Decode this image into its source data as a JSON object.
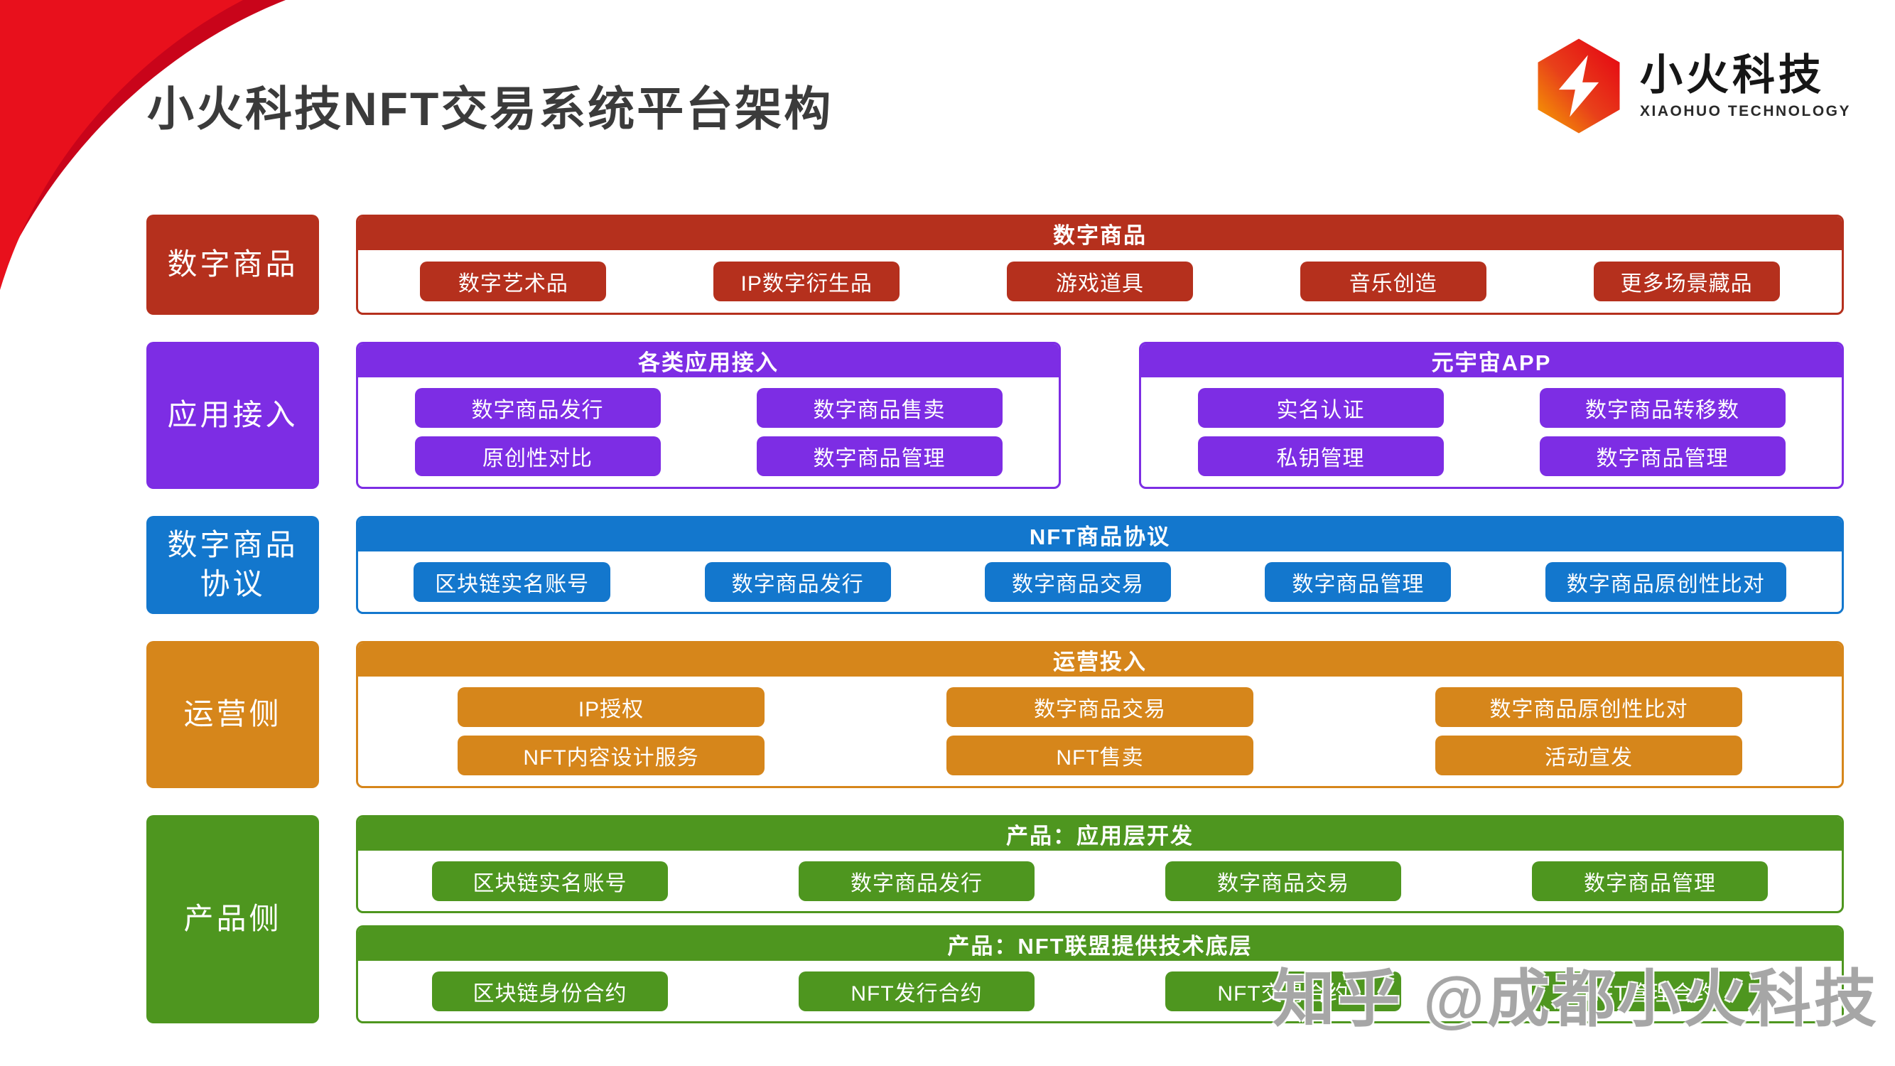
{
  "page": {
    "title": "小火科技NFT交易系统平台架构",
    "watermark": "知乎 @成都小火科技"
  },
  "logo": {
    "name": "小火科技",
    "subtitle": "XIAOHUO TECHNOLOGY",
    "icon": "lightning-hexagon-icon"
  },
  "theme": {
    "corner_red_dark": "#c9041a",
    "corner_red_bright": "#e8101c",
    "title_color": "#3b3b3b",
    "watermark_color": "#969696",
    "logo_red": "#e50012",
    "logo_orange": "#f7a600"
  },
  "diagram": {
    "rows": [
      {
        "id": "digital-goods",
        "label": "数字商品",
        "color": "#b5301d",
        "bands": [
          {
            "header": "数字商品",
            "button_rows": [
              [
                "数字艺术品",
                "IP数字衍生品",
                "游戏道具",
                "音乐创造",
                "更多场景藏品"
              ]
            ]
          }
        ]
      },
      {
        "id": "app-access",
        "label": "应用接入",
        "color": "#7d2de4",
        "bands": [
          {
            "header": "各类应用接入",
            "button_rows": [
              [
                "数字商品发行",
                "数字商品售卖"
              ],
              [
                "原创性对比",
                "数字商品管理"
              ]
            ]
          },
          {
            "header": "元宇宙APP",
            "button_rows": [
              [
                "实名认证",
                "数字商品转移数"
              ],
              [
                "私钥管理",
                "数字商品管理"
              ]
            ]
          }
        ]
      },
      {
        "id": "protocol",
        "label": "数字商品\n协议",
        "color": "#1377cd",
        "bands": [
          {
            "header": "NFT商品协议",
            "button_rows": [
              [
                "区块链实名账号",
                "数字商品发行",
                "数字商品交易",
                "数字商品管理",
                "数字商品原创性比对"
              ]
            ]
          }
        ]
      },
      {
        "id": "operation",
        "label": "运营侧",
        "color": "#d6861b",
        "bands": [
          {
            "header": "运营投入",
            "button_rows": [
              [
                "IP授权",
                "数字商品交易",
                "数字商品原创性比对"
              ],
              [
                "NFT内容设计服务",
                "NFT售卖",
                "活动宣发"
              ]
            ]
          }
        ]
      },
      {
        "id": "product",
        "label": "产品侧",
        "color": "#4e961f",
        "bands": [
          {
            "header": "产品：应用层开发",
            "button_rows": [
              [
                "区块链实名账号",
                "数字商品发行",
                "数字商品交易",
                "数字商品管理"
              ]
            ]
          },
          {
            "header": "产品：NFT联盟提供技术底层",
            "button_rows": [
              [
                "区块链身份合约",
                "NFT发行合约",
                "NFT交易合约",
                "NFT管理合约"
              ]
            ]
          }
        ]
      }
    ]
  }
}
